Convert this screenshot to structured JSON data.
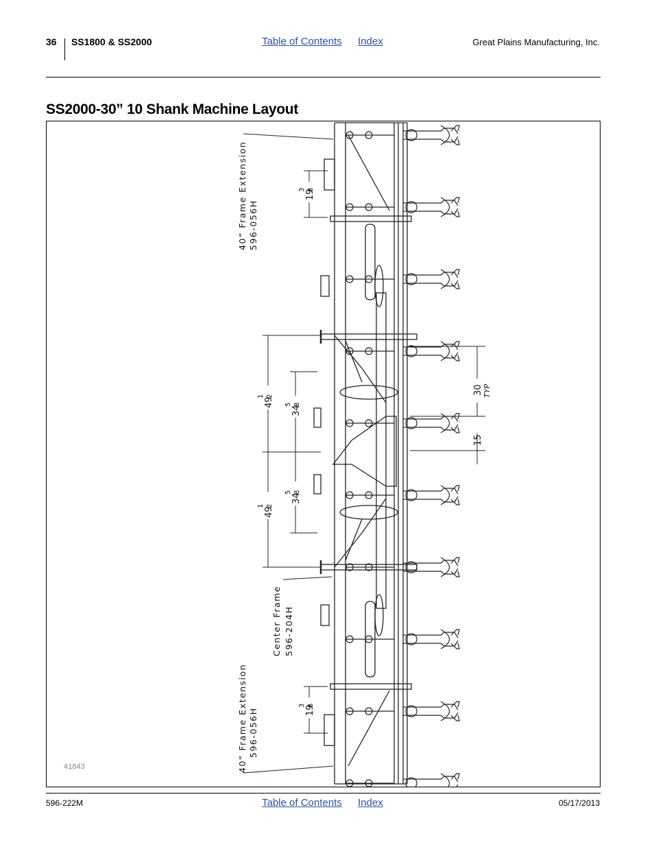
{
  "header": {
    "page_number": "36",
    "model": "SS1800 & SS2000",
    "toc_link": "Table of Contents",
    "index_link": "Index",
    "company": "Great Plains Manufacturing, Inc."
  },
  "title": "SS2000-30” 10 Shank Machine Layout",
  "diagram": {
    "label_ext_top_1": "40” Frame Extension",
    "label_ext_top_2": "596-056H",
    "label_ext_bot_1": "40” Frame Extension",
    "label_ext_bot_2": "596-056H",
    "label_center_1": "Center Frame",
    "label_center_2": "596-204H",
    "dim_19_top": "19",
    "dim_19_bot": "19",
    "frac_num_3": "3",
    "frac_den_8": "8",
    "frac_num_1": "1",
    "frac_den_2": "2",
    "frac_num_5": "5",
    "dim_49": "49",
    "dim_34": "34",
    "dim_30": "30",
    "dim_typ": "TYP",
    "dim_15": "15",
    "figure_number": "41843"
  },
  "footer": {
    "doc_number": "596-222M",
    "toc_link": "Table of Contents",
    "index_link": "Index",
    "date": "05/17/2013"
  }
}
